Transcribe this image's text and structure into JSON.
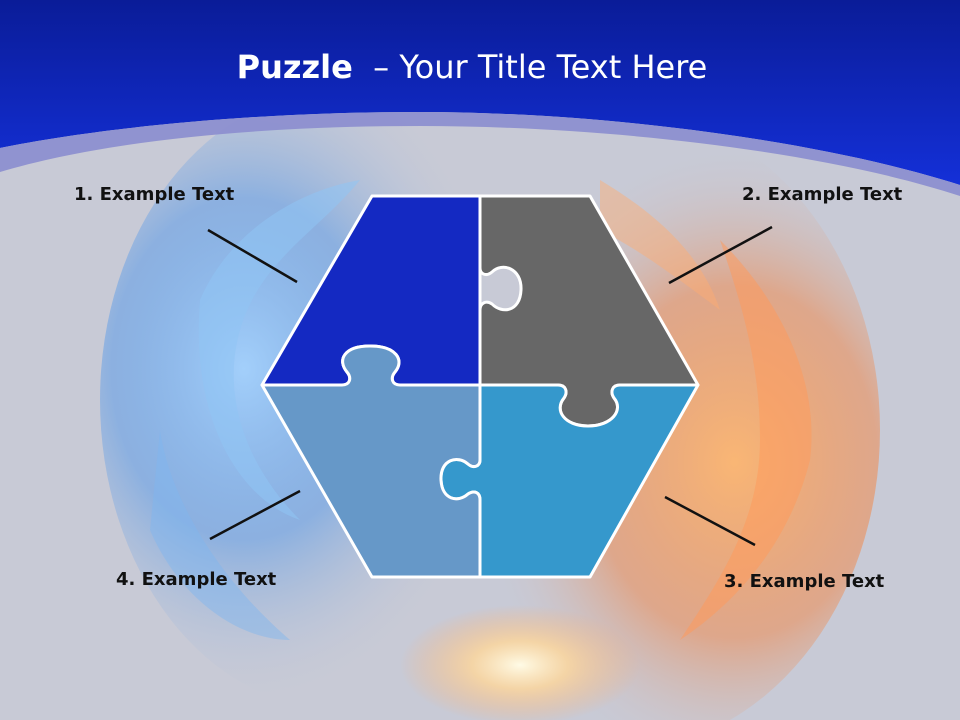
{
  "slide": {
    "title_bold": "Puzzle",
    "title_rest": "  – Your Title Text Here"
  },
  "labels": [
    "1. Example Text",
    "2. Example Text",
    "3. Example Text",
    "4. Example Text"
  ],
  "colors": {
    "header_blue": "#0d22b8",
    "piece_top_left": "#1429c2",
    "piece_top_right": "#676767",
    "piece_bottom_right": "#3598cc",
    "piece_bottom_left": "#6698c8",
    "background_gray": "#c8cad6"
  }
}
